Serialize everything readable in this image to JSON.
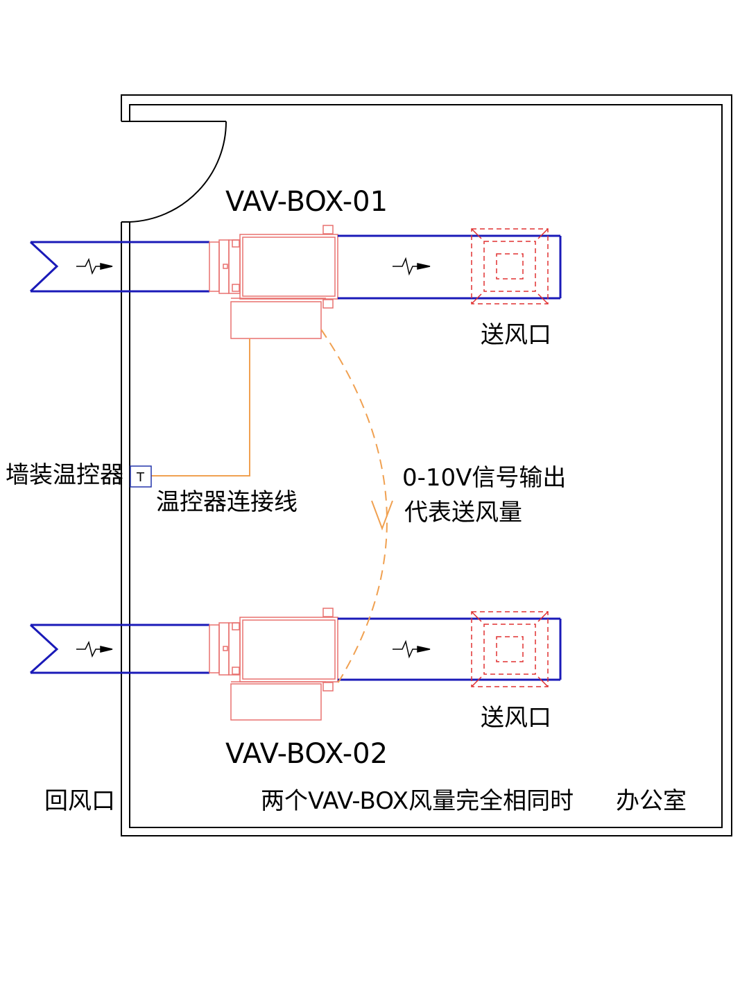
{
  "labels": {
    "vav_box_01": "VAV-BOX-01",
    "vav_box_02": "VAV-BOX-02",
    "supply_outlet_1": "送风口",
    "supply_outlet_2": "送风口",
    "wall_thermostat": "墙装温控器",
    "thermostat_symbol": "T",
    "thermostat_wire": "温控器连接线",
    "signal_line1": "0-10V信号输出",
    "signal_line2": "代表送风量",
    "return_outlet": "回风口",
    "caption": "两个VAV-BOX风量完全相同时",
    "room_name": "办公室"
  },
  "colors": {
    "wall": "#000000",
    "duct": "#1a1ab8",
    "equipment": "#e8706f",
    "control_wire": "#f0a050",
    "signal_arc": "#f0a050",
    "thermostat": "#2233aa"
  },
  "icons": {
    "duct_flow_arrow": "flow-arrow-icon",
    "diffuser": "square-diffuser-icon",
    "door": "door-swing-icon"
  }
}
